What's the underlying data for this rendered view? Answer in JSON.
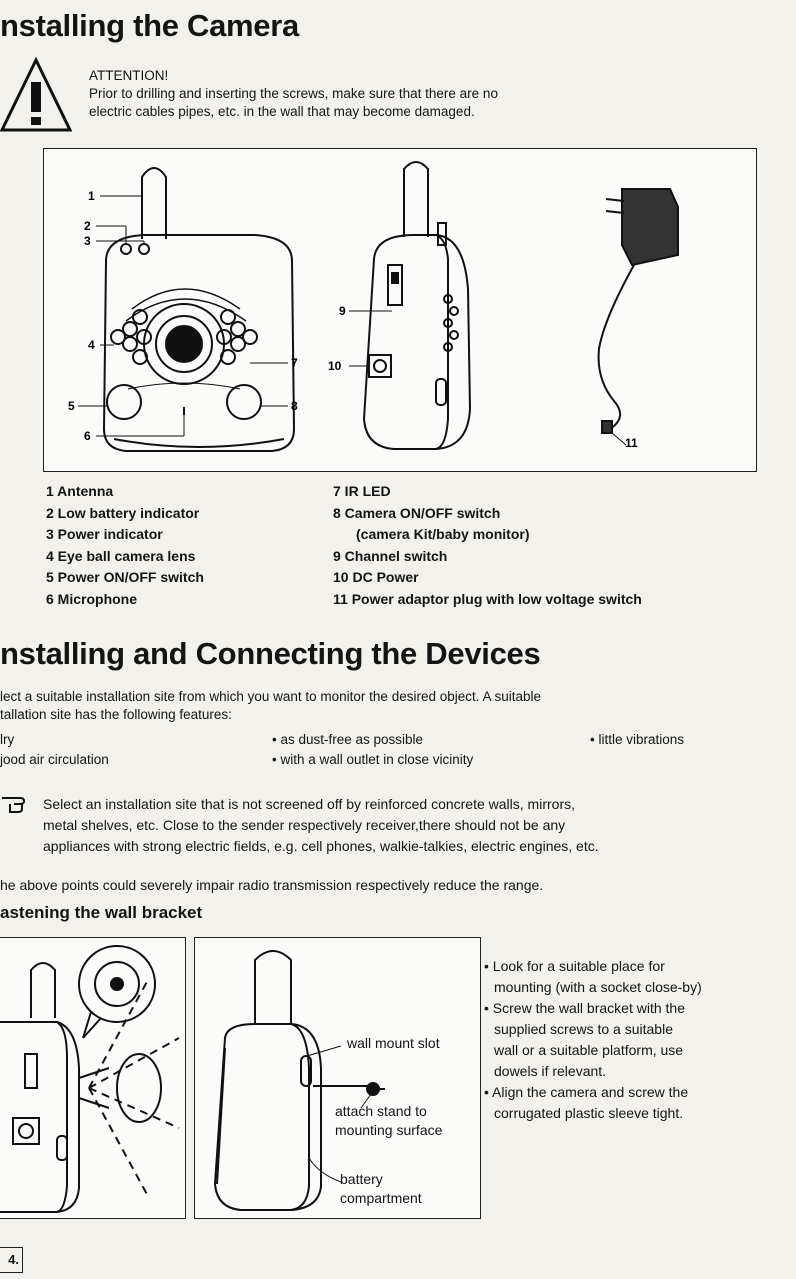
{
  "section1": {
    "title": "nstalling the Camera",
    "attention_title": "ATTENTION!",
    "attention_line1": "Prior to drilling and inserting the screws, make sure that there are no",
    "attention_line2": "electric cables pipes, etc. in the  wall that may become damaged."
  },
  "diagram_numbers": [
    "1",
    "2",
    "3",
    "4",
    "5",
    "6",
    "7",
    "8",
    "9",
    "10",
    "11"
  ],
  "legend_left": [
    "1 Antenna",
    "2 Low battery indicator",
    "3 Power indicator",
    "4 Eye ball camera lens",
    "5 Power ON/OFF switch",
    "6 Microphone"
  ],
  "legend_right": [
    "7 IR LED",
    "8 Camera ON/OFF switch",
    "(camera Kit/baby monitor)",
    "9 Channel switch",
    "10 DC Power",
    "11 Power adaptor plug with low voltage switch"
  ],
  "section2": {
    "title": "nstalling and Connecting the Devices",
    "intro_line1": "lect a suitable installation site from which you want to monitor the desired object. A suitable",
    "intro_line2": "tallation site has the following features:",
    "feature_a": "lry",
    "feature_b": "• as dust-free as possible",
    "feature_c": "• little vibrations",
    "feature_d": "jood air circulation",
    "feature_e": "• with a wall outlet in close vicinity",
    "note_line1": "Select an installation site that is not screened off by reinforced concrete walls, mirrors,",
    "note_line2": "metal shelves, etc. Close to the sender respectively receiver,there should not be any",
    "note_line3": "appliances with strong electric fields, e.g. cell phones, walkie-talkies, electric engines, etc.",
    "warning": "he above points could severely impair radio transmission respectively reduce the range.",
    "subheading": "astening the wall bracket"
  },
  "bracket_labels": {
    "slot": "wall mount slot",
    "attach1": "attach stand to",
    "attach2": "mounting surface",
    "battery1": "battery",
    "battery2": "compartment"
  },
  "instructions": [
    "• Look for a suitable place for",
    "mounting (with a socket close-by)",
    "• Screw the wall bracket with the",
    "supplied screws to a suitable",
    "wall or a suitable platform, use",
    "dowels if relevant.",
    "• Align the camera and screw the",
    "corrugated plastic sleeve tight."
  ],
  "page_number": "4."
}
